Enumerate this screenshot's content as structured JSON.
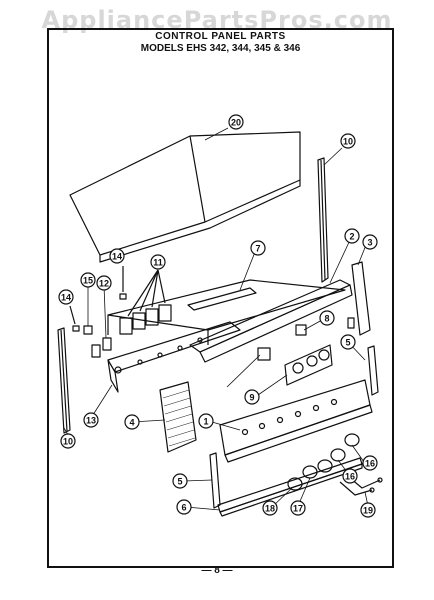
{
  "watermark": "AppliancePartsPros.com",
  "header": {
    "title": "CONTROL PANEL PARTS",
    "subtitle": "MODELS EHS 342, 344, 345 & 346"
  },
  "page_number": "— 8 —",
  "callouts": [
    "20",
    "10",
    "14",
    "11",
    "7",
    "2",
    "3",
    "15",
    "12",
    "14",
    "8",
    "5",
    "13",
    "9",
    "10",
    "4",
    "1",
    "16",
    "5",
    "16",
    "17",
    "18",
    "6",
    "19"
  ]
}
